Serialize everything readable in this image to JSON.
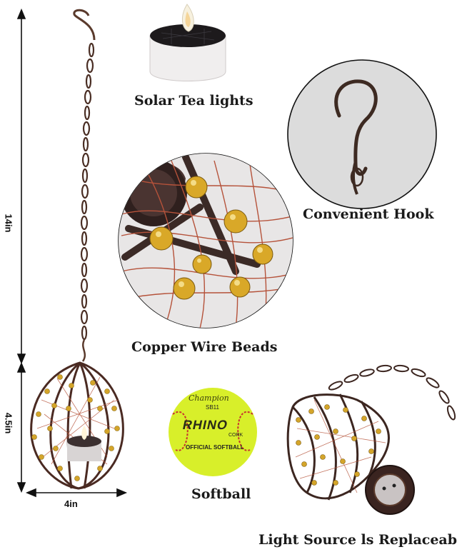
{
  "captions": {
    "tea_lights": "Solar Tea lights",
    "hook": "Convenient Hook",
    "beads": "Copper Wire Beads",
    "softball": "Softball",
    "replaceable": "Light Source ls Replaceable"
  },
  "dimensions": {
    "height_total": "14in",
    "height_lantern": "4.5in",
    "width": "4in"
  },
  "softball_print": {
    "brand": "Champion",
    "model": "SB11",
    "name": "RHINO",
    "subtitle": "OFFICIAL SOFTBALL",
    "cork": "CORK"
  },
  "colors": {
    "wire": "#5a3a2c",
    "bead": "#d4a52a",
    "copper": "#b5523a",
    "softball": "#d8ef2a"
  }
}
